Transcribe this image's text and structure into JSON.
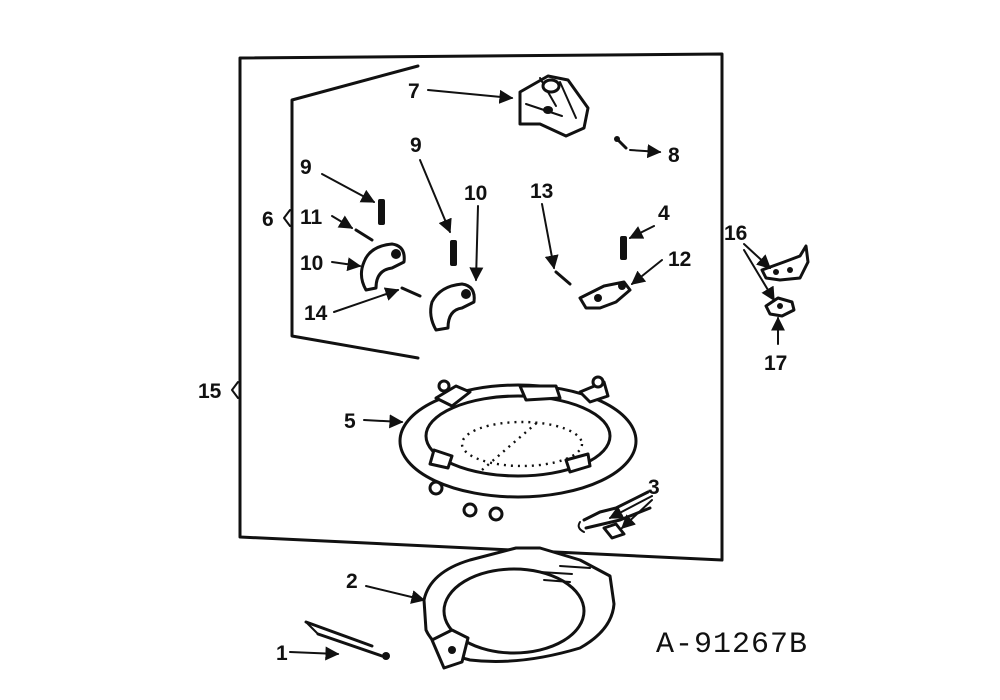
{
  "callouts": {
    "c1": "1",
    "c2": "2",
    "c3": "3",
    "c4": "4",
    "c5": "5",
    "c6": "6",
    "c7": "7",
    "c8": "8",
    "c9a": "9",
    "c9b": "9",
    "c10a": "10",
    "c10b": "10",
    "c11": "11",
    "c12": "12",
    "c13": "13",
    "c14": "14",
    "c15": "15",
    "c16": "16",
    "c17": "17"
  },
  "drawing_id": "A-91267B",
  "colors": {
    "ink": "#111111",
    "paper": "#ffffff"
  }
}
